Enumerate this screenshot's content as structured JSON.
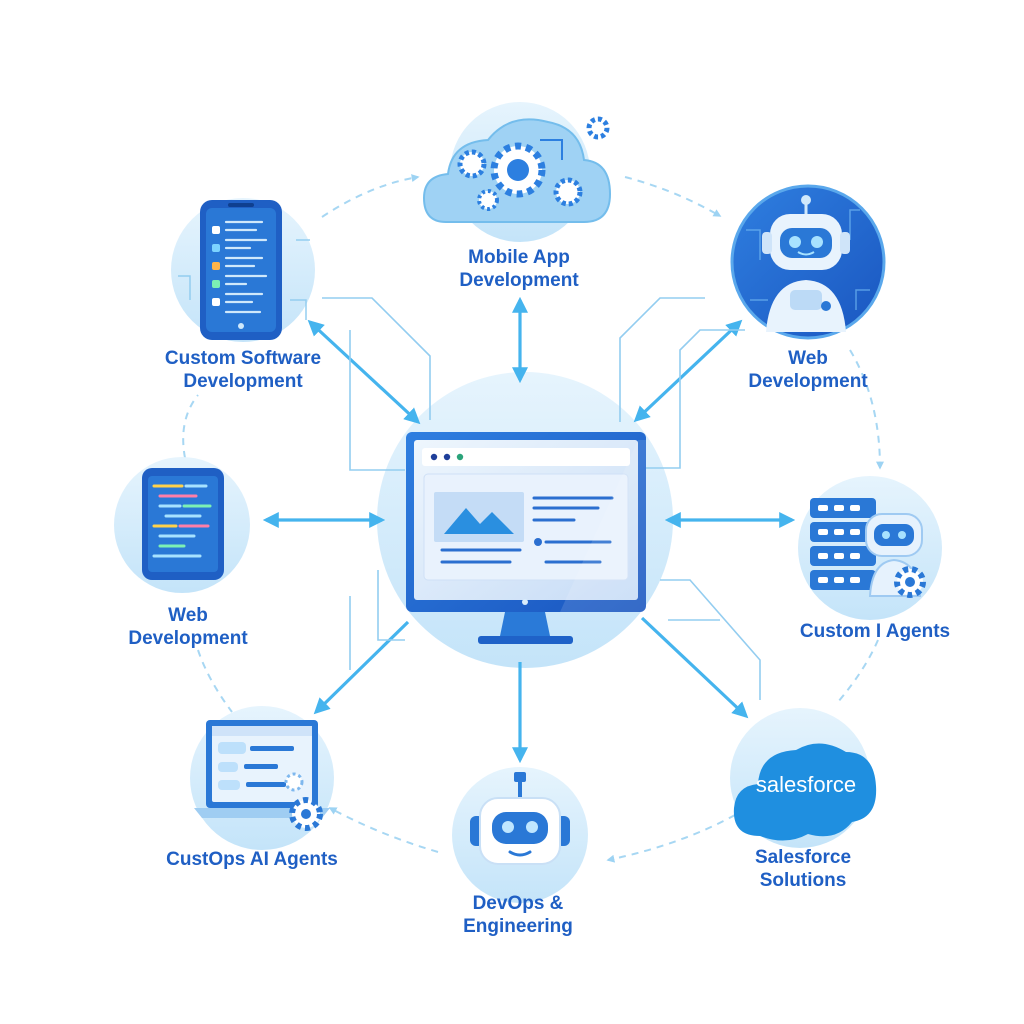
{
  "colors": {
    "primary": "#1f6fd6",
    "accent": "#3fb0ec",
    "label": "#1f5fc4",
    "circle_light": "#dff0fc",
    "circle_mid": "#bfe2f8",
    "background": "#ffffff"
  },
  "hub": {
    "name": "monitor-hub",
    "icon": "monitor-icon"
  },
  "nodes": [
    {
      "id": "mobile-app-development",
      "icon": "cloud-gears-icon",
      "lines": [
        "Mobile App",
        "Development"
      ]
    },
    {
      "id": "web-development-right",
      "icon": "robot-icon",
      "lines": [
        "Web",
        "Development"
      ]
    },
    {
      "id": "custom-ai-agents",
      "icon": "server-robot-icon",
      "lines": [
        "Custom I Agents"
      ]
    },
    {
      "id": "salesforce-solutions",
      "icon": "salesforce-cloud-icon",
      "logo_text": "salesforce",
      "lines": [
        "Salesforce",
        "Solutions"
      ]
    },
    {
      "id": "devops-engineering",
      "icon": "robot-head-icon",
      "lines": [
        "DevOps &",
        "Engineering"
      ]
    },
    {
      "id": "custops-ai-agents",
      "icon": "laptop-chat-icon",
      "lines": [
        "CustOps AI Agents"
      ]
    },
    {
      "id": "web-development-left",
      "icon": "tablet-code-icon",
      "lines": [
        "Web",
        "Development"
      ]
    },
    {
      "id": "custom-software-development",
      "icon": "smartphone-icon",
      "lines": [
        "Custom Software",
        "Development"
      ]
    }
  ]
}
